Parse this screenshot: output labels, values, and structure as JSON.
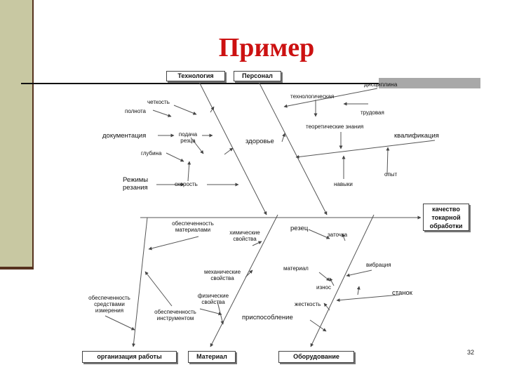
{
  "slide": {
    "title": "Пример",
    "page_number": "32"
  },
  "categories": {
    "technology": "Технология",
    "personnel": "Персонал",
    "organization": "организация работы",
    "material": "Материал",
    "equipment": "Оборудование"
  },
  "effect": "качество токарной обработки",
  "causes": {
    "discipline": "дисциплина",
    "technological": "технологическая",
    "labor": "трудовая",
    "clarity": "четкость",
    "completeness": "полнота",
    "documentation": "документация",
    "theory": "теоретические знания",
    "qualification": "квалификация",
    "feed": "подача резца",
    "health": "здоровье",
    "depth": "глубина",
    "experience": "опыт",
    "cutting_modes": "Режимы резания",
    "speed": "скорость",
    "skills": "навыки",
    "material_supply": "обеспеченность материалами",
    "chemical": "химические свойства",
    "cutter": "резец",
    "sharpening": "заточка",
    "vibration": "вибрация",
    "cutter_material": "материал",
    "mechanical": "механические свойства",
    "wear": "износ",
    "machine": "станок",
    "measuring_tools": "обеспеченность средствами измерения",
    "physical": "физические свойства",
    "rigidity": "жесткость",
    "tooling": "обеспеченность инструментом",
    "fixture": "приспособление"
  },
  "colors": {
    "title": "#cc1111",
    "sidebar": "#c8c8a2",
    "sidebar_edge": "#56321e",
    "line": "#444444"
  }
}
